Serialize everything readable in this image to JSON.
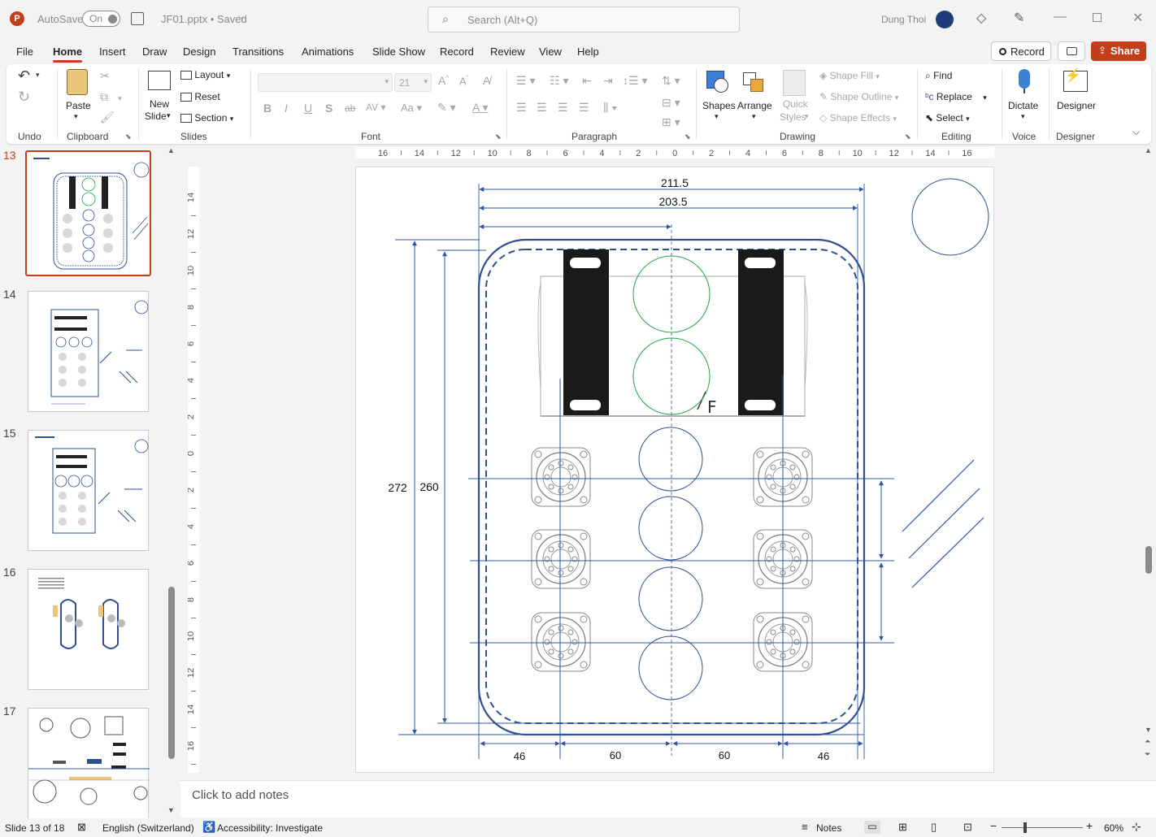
{
  "titlebar": {
    "autosave_label": "AutoSave",
    "autosave_state": "On",
    "filename": "JF01.pptx • Saved",
    "search_placeholder": "Search (Alt+Q)",
    "user_name": "Dung Thoi"
  },
  "menu": {
    "tabs": [
      "File",
      "Home",
      "Insert",
      "Draw",
      "Design",
      "Transitions",
      "Animations",
      "Slide Show",
      "Record",
      "Review",
      "View",
      "Help"
    ],
    "active_tab": "Home",
    "record_label": "Record",
    "share_label": "Share"
  },
  "ribbon": {
    "undo_group": "Undo",
    "clipboard": {
      "paste": "Paste",
      "group": "Clipboard"
    },
    "slides": {
      "new_slide_line1": "New",
      "new_slide_line2": "Slide",
      "layout": "Layout",
      "reset": "Reset",
      "section": "Section",
      "group": "Slides"
    },
    "font": {
      "size": "21",
      "group": "Font"
    },
    "paragraph": {
      "group": "Paragraph"
    },
    "drawing": {
      "shapes": "Shapes",
      "arrange": "Arrange",
      "quick_styles_line1": "Quick",
      "quick_styles_line2": "Styles",
      "shape_fill": "Shape Fill",
      "shape_outline": "Shape Outline",
      "shape_effects": "Shape Effects",
      "group": "Drawing"
    },
    "editing": {
      "find": "Find",
      "replace": "Replace",
      "select": "Select",
      "group": "Editing"
    },
    "voice": {
      "dictate": "Dictate",
      "group": "Voice"
    },
    "designer": {
      "designer": "Designer",
      "group": "Designer"
    }
  },
  "thumbnails": [
    {
      "num": "13",
      "selected": true
    },
    {
      "num": "14",
      "selected": false
    },
    {
      "num": "15",
      "selected": false
    },
    {
      "num": "16",
      "selected": false
    },
    {
      "num": "17",
      "selected": false
    }
  ],
  "rulers": {
    "horizontal": [
      "16",
      "14",
      "12",
      "10",
      "8",
      "6",
      "4",
      "2",
      "0",
      "2",
      "4",
      "6",
      "8",
      "10",
      "12",
      "14",
      "16"
    ],
    "vertical": [
      "14",
      "12",
      "10",
      "8",
      "6",
      "4",
      "2",
      "0",
      "2",
      "4",
      "6",
      "8",
      "10",
      "12",
      "14",
      "16"
    ]
  },
  "slide": {
    "dim_total_width": "211.5",
    "dim_inner_width": "203.5",
    "dim_total_height": "272",
    "dim_inner_height": "260",
    "dim_bottom": [
      "46",
      "60",
      "60",
      "46"
    ],
    "colors": {
      "outline": "#2f4f8f",
      "guide": "#2e55a8",
      "green": "#22a44a"
    }
  },
  "notes": {
    "placeholder": "Click to add notes"
  },
  "status": {
    "slide_info": "Slide 13 of 18",
    "language": "English (Switzerland)",
    "accessibility": "Accessibility: Investigate",
    "notes_label": "Notes",
    "zoom": "60%"
  },
  "accent": "#c43e1c"
}
